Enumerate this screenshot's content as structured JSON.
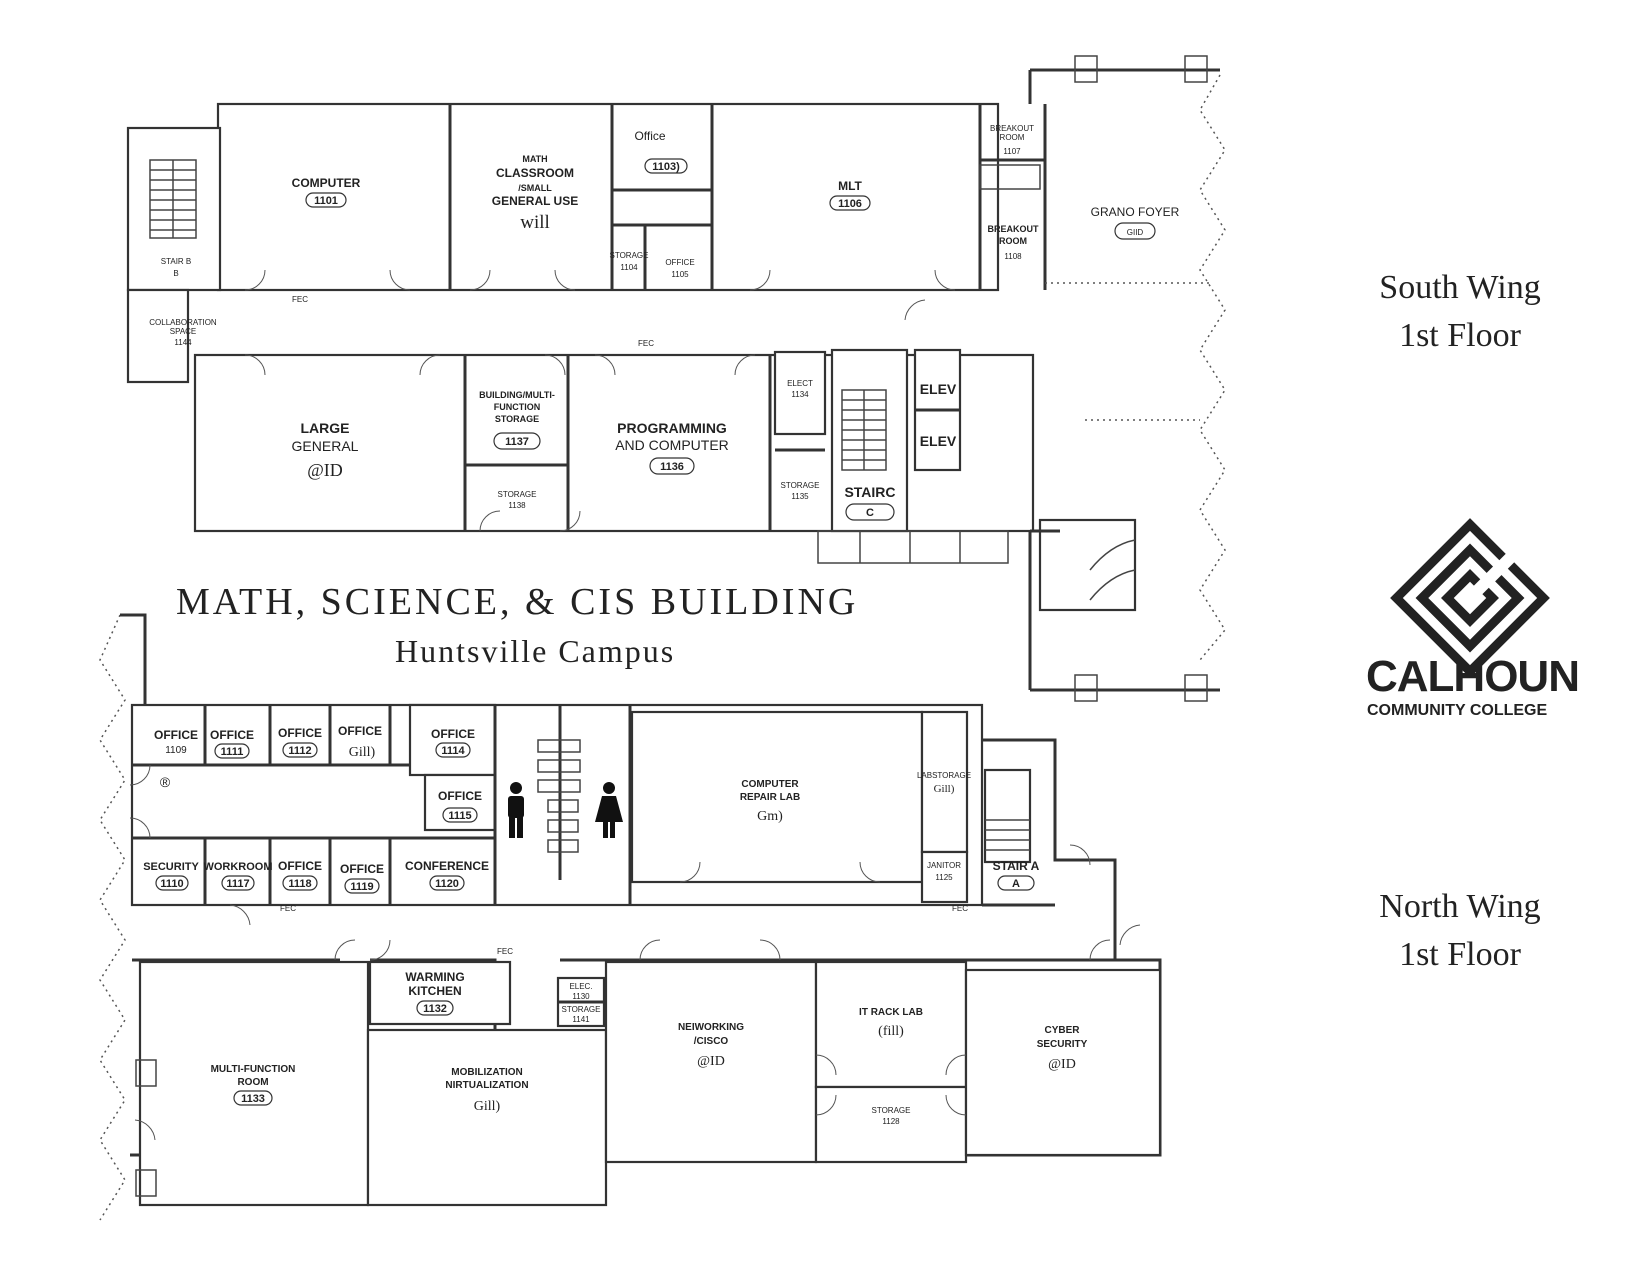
{
  "title": "MATH, SCIENCE, & CIS BUILDING",
  "subtitle": "Huntsville Campus",
  "wings": {
    "south": {
      "line1": "South Wing",
      "line2": "1st Floor"
    },
    "north": {
      "line1": "North Wing",
      "line2": "1st Floor"
    }
  },
  "logo": {
    "name": "CALHOUN",
    "tagline": "COMMUNITY COLLEGE"
  },
  "south_rooms": {
    "computer": {
      "label": "COMPUTER",
      "num": "1101"
    },
    "math": {
      "l1": "MATH",
      "l2": "CLASSROOM",
      "l3": "/SMALL",
      "l4": "GENERAL USE",
      "num": "will"
    },
    "office1103": {
      "label": "Office",
      "num": "1103)"
    },
    "storage1104": {
      "label": "STORAGE",
      "num": "1104"
    },
    "office1105": {
      "label": "OFFICE",
      "num": "1105"
    },
    "mlt": {
      "label": "MLT",
      "num": "1106"
    },
    "breakout1107": {
      "l1": "BREAKOUT",
      "l2": "ROOM",
      "num": "1107"
    },
    "breakout1108": {
      "l1": "BREAKOUT",
      "l2": "ROOM",
      "num": "1108"
    },
    "foyer": {
      "label": "GRANO FOYER",
      "num": "GIID"
    },
    "stairb": {
      "label": "STAIR B",
      "num": "B"
    },
    "collab": {
      "l1": "COLLABORATION",
      "l2": "SPACE",
      "num": "1144"
    },
    "large": {
      "l1": "LARGE",
      "l2": "GENERAL",
      "num": "@ID"
    },
    "bldg": {
      "l1": "BUILDING/MULTI-",
      "l2": "FUNCTION",
      "l3": "STORAGE",
      "num": "1137"
    },
    "storage1138": {
      "label": "STORAGE",
      "num": "1138"
    },
    "prog": {
      "l1": "PROGRAMMING",
      "l2": "AND COMPUTER",
      "num": "1136"
    },
    "elect": {
      "label": "ELECT",
      "num": "1134"
    },
    "storage1135": {
      "label": "STORAGE",
      "num": "1135"
    },
    "stairc": {
      "label": "STAIRC",
      "num": "C"
    },
    "elev1": {
      "label": "ELEV"
    },
    "elev2": {
      "label": "ELEV"
    },
    "fec1": "FEC",
    "fec2": "FEC"
  },
  "north_rooms": {
    "office1109": {
      "label": "OFFICE",
      "num": "1109"
    },
    "registered": "®",
    "office1111": {
      "label": "OFFICE",
      "num": "1111"
    },
    "office1112": {
      "label": "OFFICE",
      "num": "1112"
    },
    "officeGill": {
      "label": "OFFICE",
      "num": "Gill)"
    },
    "office1114": {
      "label": "OFFICE",
      "num": "1114"
    },
    "office1115": {
      "label": "OFFICE",
      "num": "1115"
    },
    "security": {
      "label": "SECURITY",
      "num": "1110"
    },
    "workroom": {
      "label": "WORKROOM",
      "num": "1117"
    },
    "office1118": {
      "label": "OFFICE",
      "num": "1118"
    },
    "office1119": {
      "label": "OFFICE",
      "num": "1119"
    },
    "conference": {
      "label": "CONFERENCE",
      "num": "1120"
    },
    "repair": {
      "l1": "COMPUTER",
      "l2": "REPAIR LAB",
      "num": "Gm)"
    },
    "labstorage": {
      "label": "LABSTORAGE",
      "num": "Gill)"
    },
    "janitor": {
      "label": "JANITOR",
      "num": "1125"
    },
    "staira": {
      "label": "STAIR A",
      "num": "A"
    },
    "multi": {
      "l1": "MULTI-FUNCTION",
      "l2": "ROOM",
      "num": "1133"
    },
    "kitchen": {
      "l1": "WARMING",
      "l2": "KITCHEN",
      "num": "1132"
    },
    "elec": {
      "label": "ELEC.",
      "num": "1130"
    },
    "storage1141": {
      "label": "STORAGE",
      "num": "1141"
    },
    "mobil": {
      "l1": "MOBILIZATION",
      "l2": "NIRTUALIZATION",
      "num": "Gill)"
    },
    "network": {
      "l1": "NEIWORKING",
      "l2": "/CISCO",
      "num": "@ID"
    },
    "itrack": {
      "label": "IT RACK LAB",
      "num": "(fill)"
    },
    "storage1128": {
      "label": "STORAGE",
      "num": "1128"
    },
    "cyber": {
      "l1": "CYBER",
      "l2": "SECURITY",
      "num": "@ID"
    },
    "fec1": "FEC",
    "fec2": "FEC",
    "fec3": "FEC"
  },
  "icons": {
    "restroom_men": "man-restroom-icon",
    "restroom_women": "woman-restroom-icon"
  }
}
